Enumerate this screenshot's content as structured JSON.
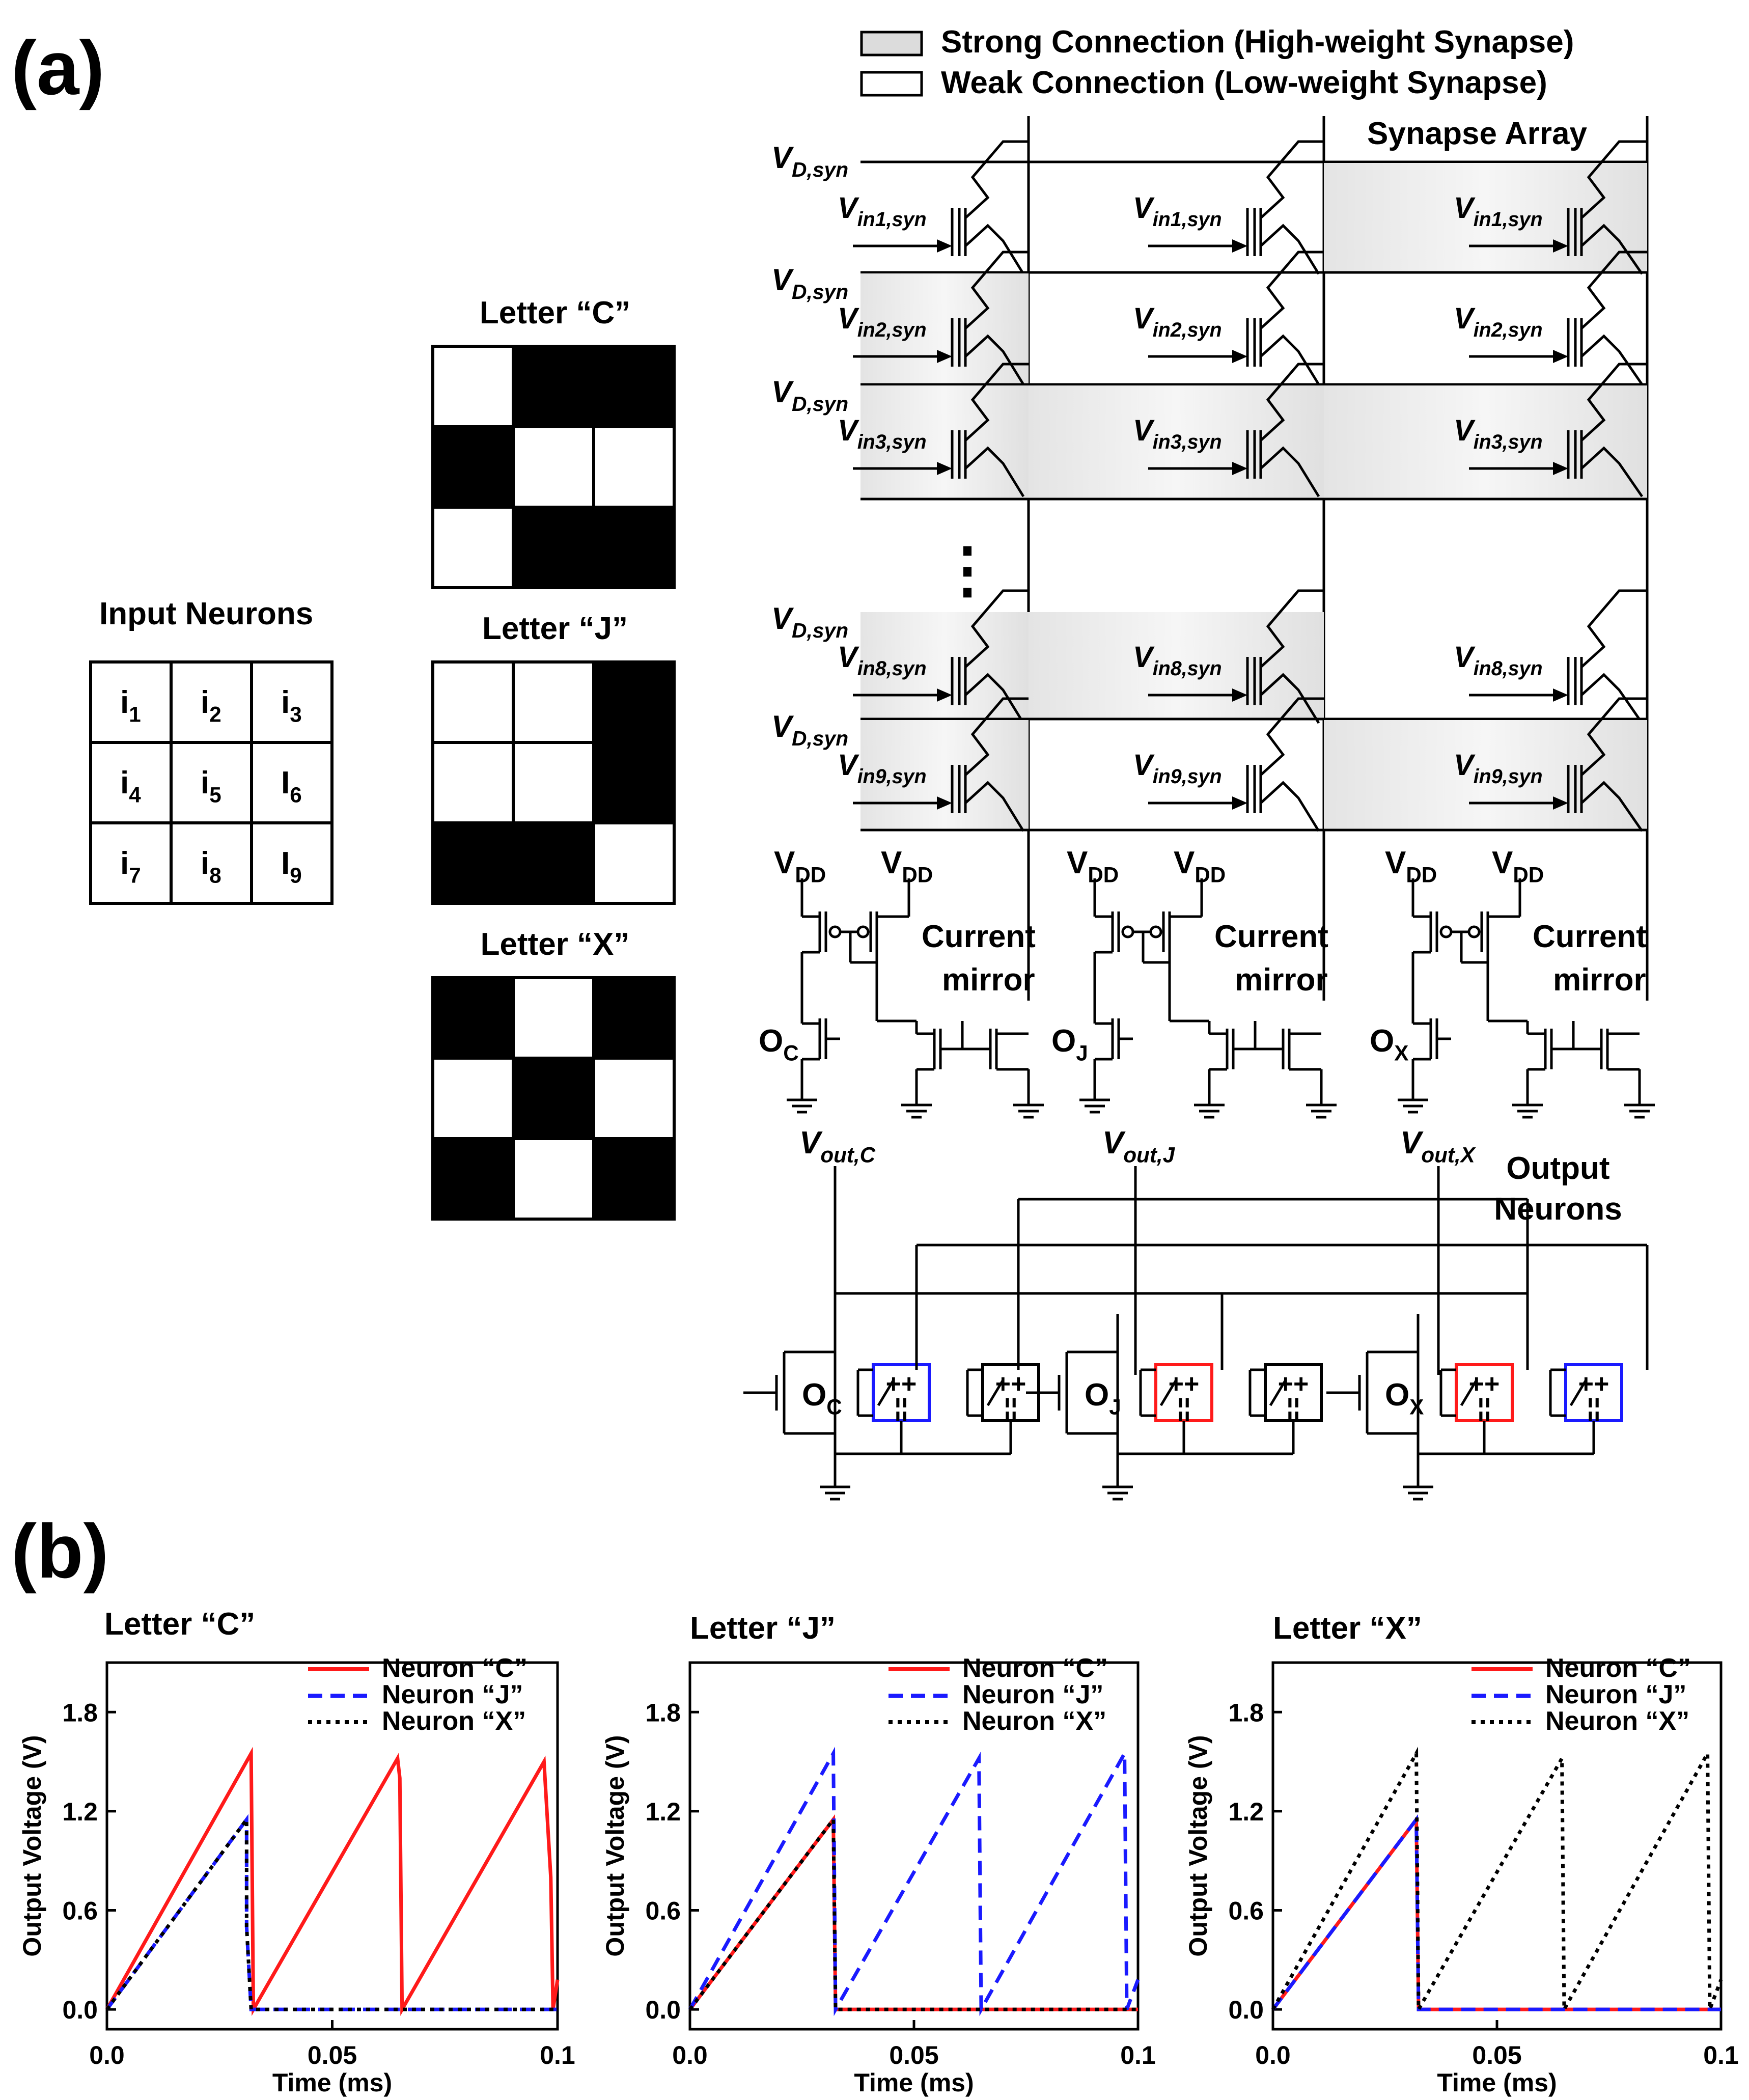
{
  "panels": {
    "a": "(a)",
    "b": "(b)"
  },
  "legend": {
    "strong": "Strong Connection (High-weight Synapse)",
    "weak": "Weak Connection (Low-weight Synapse)"
  },
  "synapse_array": {
    "title": "Synapse Array",
    "vd_label": "V",
    "vd_sub": "D,syn",
    "vin_label": "V",
    "rows": [
      {
        "sub": "in1,syn",
        "strong": [
          false,
          false,
          true
        ]
      },
      {
        "sub": "in2,syn",
        "strong": [
          true,
          false,
          false
        ]
      },
      {
        "sub": "in3,syn",
        "strong": [
          true,
          true,
          true
        ]
      },
      {
        "sub": "in8,syn",
        "strong": [
          true,
          true,
          false
        ]
      },
      {
        "sub": "in9,syn",
        "strong": [
          true,
          false,
          true
        ]
      }
    ],
    "ellipsis": "⋮"
  },
  "input_neurons": {
    "title": "Input Neurons",
    "cells": [
      {
        "main": "i",
        "sub": "1"
      },
      {
        "main": "i",
        "sub": "2"
      },
      {
        "main": "i",
        "sub": "3"
      },
      {
        "main": "i",
        "sub": "4"
      },
      {
        "main": "i",
        "sub": "5"
      },
      {
        "main": "I",
        "sub": "6"
      },
      {
        "main": "i",
        "sub": "7"
      },
      {
        "main": "i",
        "sub": "8"
      },
      {
        "main": "I",
        "sub": "9"
      }
    ]
  },
  "letters": [
    {
      "title": "Letter “C”",
      "pattern": [
        0,
        1,
        1,
        1,
        0,
        0,
        0,
        1,
        1
      ]
    },
    {
      "title": "Letter “J”",
      "pattern": [
        0,
        0,
        1,
        0,
        0,
        1,
        1,
        1,
        0
      ]
    },
    {
      "title": "Letter “X”",
      "pattern": [
        1,
        0,
        1,
        0,
        1,
        0,
        1,
        0,
        1
      ]
    }
  ],
  "circuit": {
    "vdd_main": "V",
    "vdd_sub": "DD",
    "current_mirror": [
      "Current",
      "mirror"
    ],
    "neurons": [
      {
        "o_main": "O",
        "o_sub": "C",
        "color": "#ff1a1a",
        "vout_main": "V",
        "vout_sub": "out,C"
      },
      {
        "o_main": "O",
        "o_sub": "J",
        "color": "#1a1aff",
        "vout_main": "V",
        "vout_sub": "out,J"
      },
      {
        "o_main": "O",
        "o_sub": "X",
        "color": "#000000",
        "vout_main": "V",
        "vout_sub": "out,X"
      }
    ],
    "output_neurons": [
      "Output",
      "Neurons"
    ],
    "inhibit_box_colors": [
      [
        "#1a1aff",
        "#000000"
      ],
      [
        "#ff1a1a",
        "#000000"
      ],
      [
        "#ff1a1a",
        "#1a1aff"
      ]
    ],
    "inhibit_glyph": "++",
    "inhibit_glyph2": "¦¦"
  },
  "chart_data": [
    {
      "type": "line",
      "title": "Letter “C”",
      "xlabel": "Time (ms)",
      "ylabel": "Output Voltage (V)",
      "xlim": [
        0,
        0.1
      ],
      "ylim": [
        -0.12,
        2.1
      ],
      "xticks": [
        "0.0",
        "0.05",
        "0.1"
      ],
      "yticks": [
        "0.0",
        "0.6",
        "1.2",
        "1.8"
      ],
      "ytick_values": [
        0,
        0.6,
        1.2,
        1.8
      ],
      "xtick_values": [
        0,
        0.05,
        0.1
      ],
      "series": [
        {
          "name": "Neuron “C”",
          "color": "#ff1a1a",
          "dash": "solid",
          "x": [
            0,
            0.032,
            0.032,
            0.0325,
            0.0645,
            0.065,
            0.0655,
            0.097,
            0.0985,
            0.099,
            0.1
          ],
          "y": [
            0,
            1.55,
            1.55,
            0,
            1.52,
            1.4,
            0,
            1.5,
            0.8,
            0,
            0.18
          ]
        },
        {
          "name": "Neuron “J”",
          "color": "#1a1aff",
          "dash": "dash",
          "x": [
            0,
            0.031,
            0.031,
            0.032,
            0.1
          ],
          "y": [
            0,
            1.15,
            0.5,
            0,
            0
          ]
        },
        {
          "name": "Neuron “X”",
          "color": "#000000",
          "dash": "dot",
          "x": [
            0,
            0.031,
            0.031,
            0.032,
            0.1
          ],
          "y": [
            0,
            1.15,
            0.5,
            0,
            0
          ]
        }
      ]
    },
    {
      "type": "line",
      "title": "Letter “J”",
      "xlabel": "Time (ms)",
      "ylabel": "Output Voltage (V)",
      "xlim": [
        0,
        0.1
      ],
      "ylim": [
        -0.12,
        2.1
      ],
      "xticks": [
        "0.0",
        "0.05",
        "0.1"
      ],
      "yticks": [
        "0.0",
        "0.6",
        "1.2",
        "1.8"
      ],
      "ytick_values": [
        0,
        0.6,
        1.2,
        1.8
      ],
      "xtick_values": [
        0,
        0.05,
        0.1
      ],
      "series": [
        {
          "name": "Neuron “C”",
          "color": "#ff1a1a",
          "dash": "solid",
          "x": [
            0,
            0.032,
            0.0325,
            0.1
          ],
          "y": [
            0,
            1.15,
            0,
            0
          ]
        },
        {
          "name": "Neuron “J”",
          "color": "#1a1aff",
          "dash": "dash",
          "x": [
            0,
            0.032,
            0.0325,
            0.0645,
            0.065,
            0.097,
            0.0975,
            0.1
          ],
          "y": [
            0,
            1.55,
            0,
            1.52,
            0,
            1.55,
            0,
            0.18
          ]
        },
        {
          "name": "Neuron “X”",
          "color": "#000000",
          "dash": "dot",
          "x": [
            0,
            0.032,
            0.0325,
            0.1
          ],
          "y": [
            0,
            1.15,
            0,
            0
          ]
        }
      ]
    },
    {
      "type": "line",
      "title": "Letter “X”",
      "xlabel": "Time (ms)",
      "ylabel": "Output Voltage (V)",
      "xlim": [
        0,
        0.1
      ],
      "ylim": [
        -0.12,
        2.1
      ],
      "xticks": [
        "0.0",
        "0.05",
        "0.1"
      ],
      "yticks": [
        "0.0",
        "0.6",
        "1.2",
        "1.8"
      ],
      "ytick_values": [
        0,
        0.6,
        1.2,
        1.8
      ],
      "xtick_values": [
        0,
        0.05,
        0.1
      ],
      "series": [
        {
          "name": "Neuron “C”",
          "color": "#ff1a1a",
          "dash": "solid",
          "x": [
            0,
            0.032,
            0.0325,
            0.1
          ],
          "y": [
            0,
            1.15,
            0,
            0
          ]
        },
        {
          "name": "Neuron “J”",
          "color": "#1a1aff",
          "dash": "dash",
          "x": [
            0,
            0.032,
            0.0325,
            0.1
          ],
          "y": [
            0,
            1.15,
            0,
            0
          ]
        },
        {
          "name": "Neuron “X”",
          "color": "#000000",
          "dash": "dot",
          "x": [
            0,
            0.032,
            0.0325,
            0.0645,
            0.065,
            0.097,
            0.0975,
            0.1
          ],
          "y": [
            0,
            1.55,
            0,
            1.52,
            0,
            1.55,
            0,
            0.18
          ]
        }
      ]
    }
  ]
}
